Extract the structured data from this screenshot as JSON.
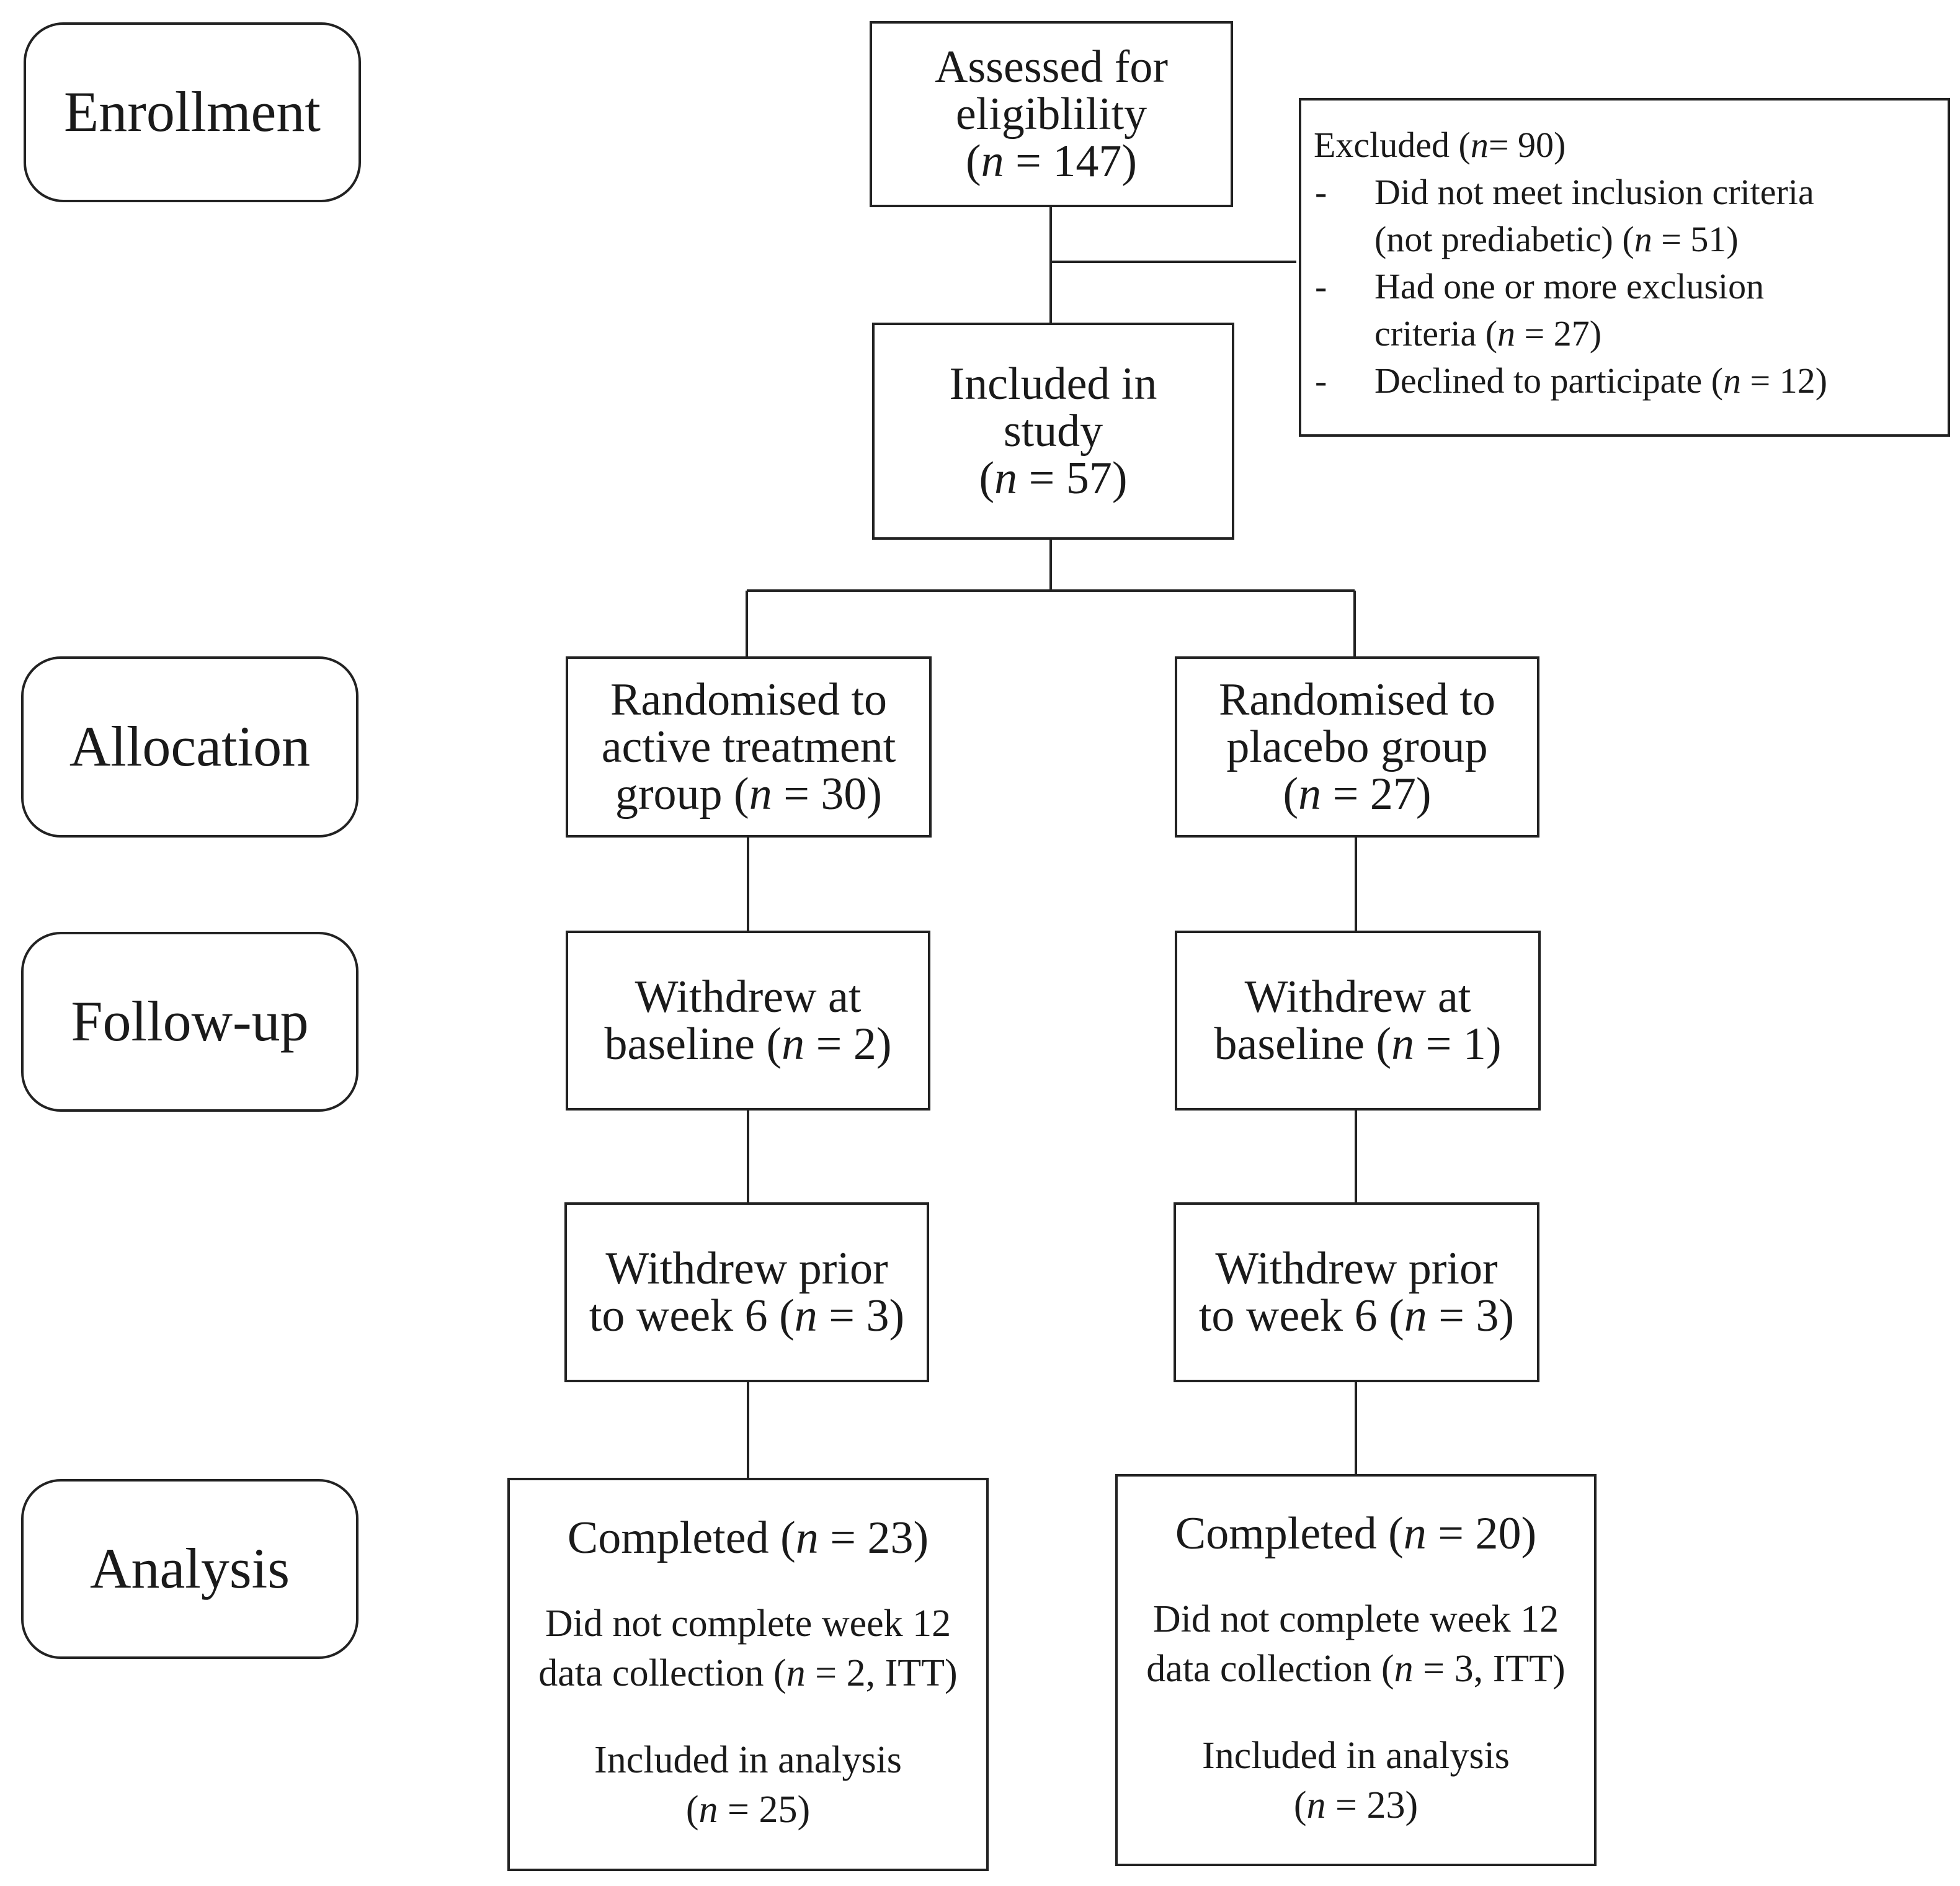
{
  "stages": {
    "enrollment": "Enrollment",
    "allocation": "Allocation",
    "follow_up": "Follow-up",
    "analysis": "Analysis"
  },
  "assessed": {
    "line1": "Assessed for",
    "line2": "eligiblility",
    "line3": "(n = 147)"
  },
  "excluded": {
    "title": "Excluded (n = 90)",
    "items": [
      {
        "dash": "-",
        "line1": "Did not meet inclusion criteria",
        "line2": "(not prediabetic) (n = 51)"
      },
      {
        "dash": "-",
        "line1": "Had one or more exclusion",
        "line2": "criteria (n = 27)"
      },
      {
        "dash": "-",
        "line1": "Declined to participate (n = 12)"
      }
    ]
  },
  "included": {
    "line1": "Included in",
    "line2": "study",
    "line3": "(n = 57)"
  },
  "active": {
    "randomised": {
      "line1": "Randomised to",
      "line2": "active treatment",
      "line3": "group (n = 30)"
    },
    "withdrew_baseline": {
      "line1": "Withdrew at",
      "line2": "baseline (n = 2)"
    },
    "withdrew_week6": {
      "line1": "Withdrew prior",
      "line2": "to week 6 (n = 3)"
    },
    "analysis": {
      "completed": "Completed (n = 23)",
      "not_completed_line1": "Did not complete week 12",
      "not_completed_line2": "data collection (n = 2, ITT)",
      "included_line1": "Included in analysis",
      "included_line2": "(n = 25)"
    }
  },
  "placebo": {
    "randomised": {
      "line1": "Randomised to",
      "line2": "placebo group",
      "line3": "(n = 27)"
    },
    "withdrew_baseline": {
      "line1": "Withdrew at",
      "line2": "baseline (n = 1)"
    },
    "withdrew_week6": {
      "line1": "Withdrew prior",
      "line2": "to week 6 (n = 3)"
    },
    "analysis": {
      "completed": "Completed (n = 20)",
      "not_completed_line1": "Did not complete week 12",
      "not_completed_line2": "data collection (n = 3, ITT)",
      "included_line1": "Included in analysis",
      "included_line2": "(n = 23)"
    }
  }
}
